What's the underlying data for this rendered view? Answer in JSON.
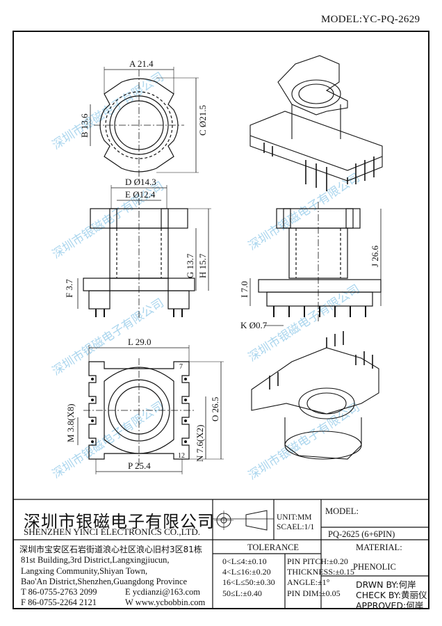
{
  "model_title": "MODEL:YC-PQ-2629",
  "watermark": "深圳市银磁电子有限公司",
  "dims": {
    "a": "A 21.4",
    "b": "B 13.6",
    "c": "C Ø21.5",
    "d": "D Ø14.3",
    "e": "E Ø12.4",
    "f": "F 3.7",
    "g": "G 13.7",
    "h": "H 15.7",
    "i": "I 7.0",
    "j": "J 26.6",
    "k": "K Ø0.7",
    "l": "L 29.0",
    "m": "M 3.8(X8)",
    "n": "N 7.6(X2)",
    "o": "O 26.5",
    "p": "P 25.4"
  },
  "pin_labels": {
    "pin7": "7",
    "pin12": "12"
  },
  "company": {
    "name_cn": "深圳市银磁电子有限公司",
    "name_en": "SHENZHEN YINCI ELECTRONICS CO.,LTD.",
    "address_cn": "深圳市宝安区石岩街道浪心社区浪心旧村3区81栋",
    "address_en": [
      "81st Building,3rd District,Langxingjiucun,",
      "Langxing Community,Shiyan Town,",
      "Bao'An District,Shenzhen,Guangdong Province"
    ],
    "tel": "T 86-0755-2763 2099",
    "fax": "F 86-0755-2264 2121",
    "email": "E ycdianzi@163.com",
    "web": "W www.ycbobbin.com"
  },
  "unit": "UNIT:MM",
  "scale": "SCAEL:1/1",
  "model_label": "MODEL:",
  "model_value": "PQ-2625 (6+6PIN)",
  "tolerance": {
    "title": "TOLERANCE",
    "left": [
      "0<L≤4:±0.10",
      "4<L≤16:±0.20",
      "16<L≤50:±0.30",
      "50≤L:±0.40"
    ],
    "right": [
      "PIN PITCH:±0.20",
      "THICKNESS:±0.15",
      "ANGLE:±1°",
      "PIN DIM:±0.05"
    ]
  },
  "material_label": "MATERIAL:",
  "material_value": "PHENOLIC",
  "drawn_by": "DRWN BY:何岸",
  "check_by": "CHECK BY:黄丽仪",
  "approved": "APPROVED:何岸"
}
